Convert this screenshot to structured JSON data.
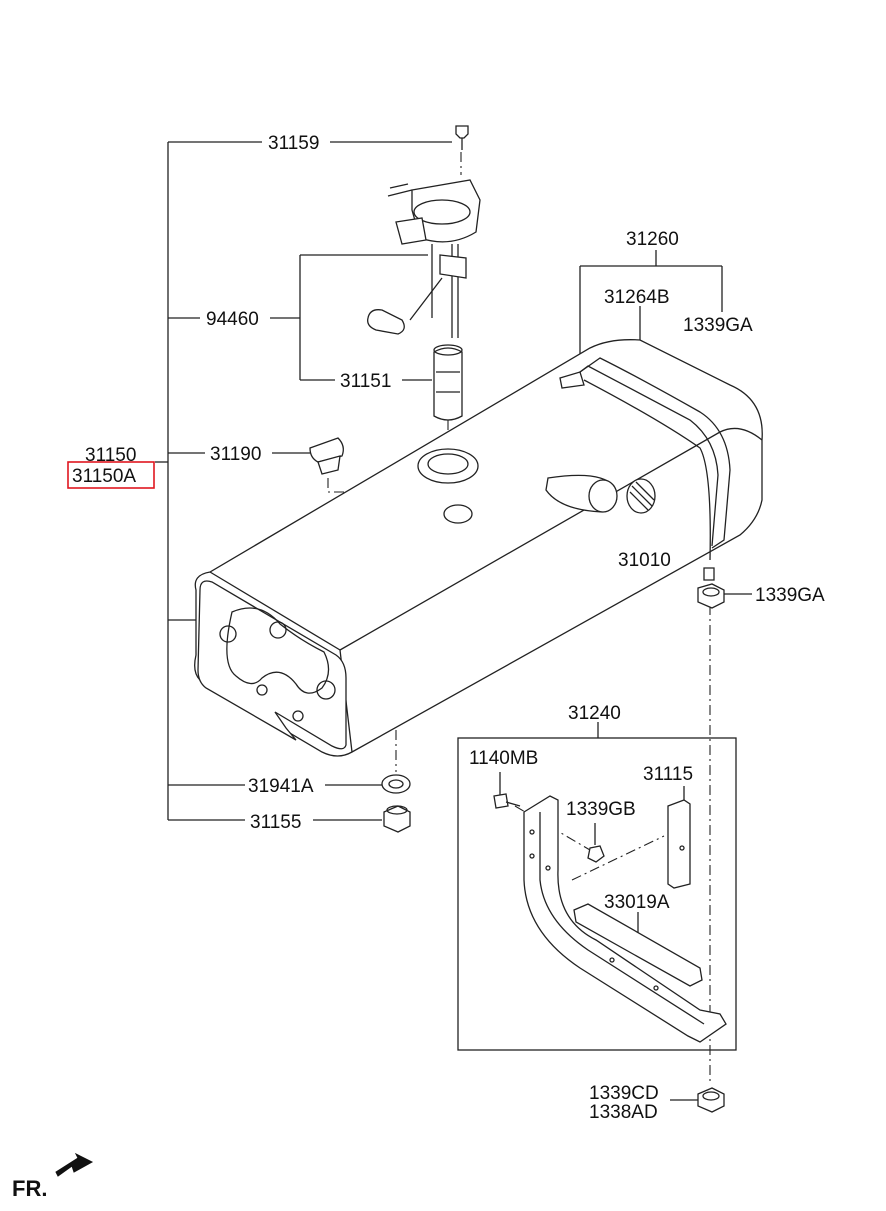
{
  "labels": {
    "p31159": "31159",
    "p94460": "94460",
    "p31151": "31151",
    "p31150": "31150",
    "p31150a": "31150A",
    "p31190": "31190",
    "p31260": "31260",
    "p31264b": "31264B",
    "p1339ga_top": "1339GA",
    "p31010": "31010",
    "p1339ga_mid": "1339GA",
    "p31240": "31240",
    "p1140mb": "1140MB",
    "p31115": "31115",
    "p1339gb": "1339GB",
    "p33019a": "33019A",
    "p31941a": "31941A",
    "p31155": "31155",
    "p1339cd": "1339CD",
    "p1338ad": "1338AD",
    "front": "FR."
  },
  "colors": {
    "line": "#222222",
    "highlight": "#e0171f",
    "background": "#ffffff"
  },
  "highlighted_part": "31150A"
}
